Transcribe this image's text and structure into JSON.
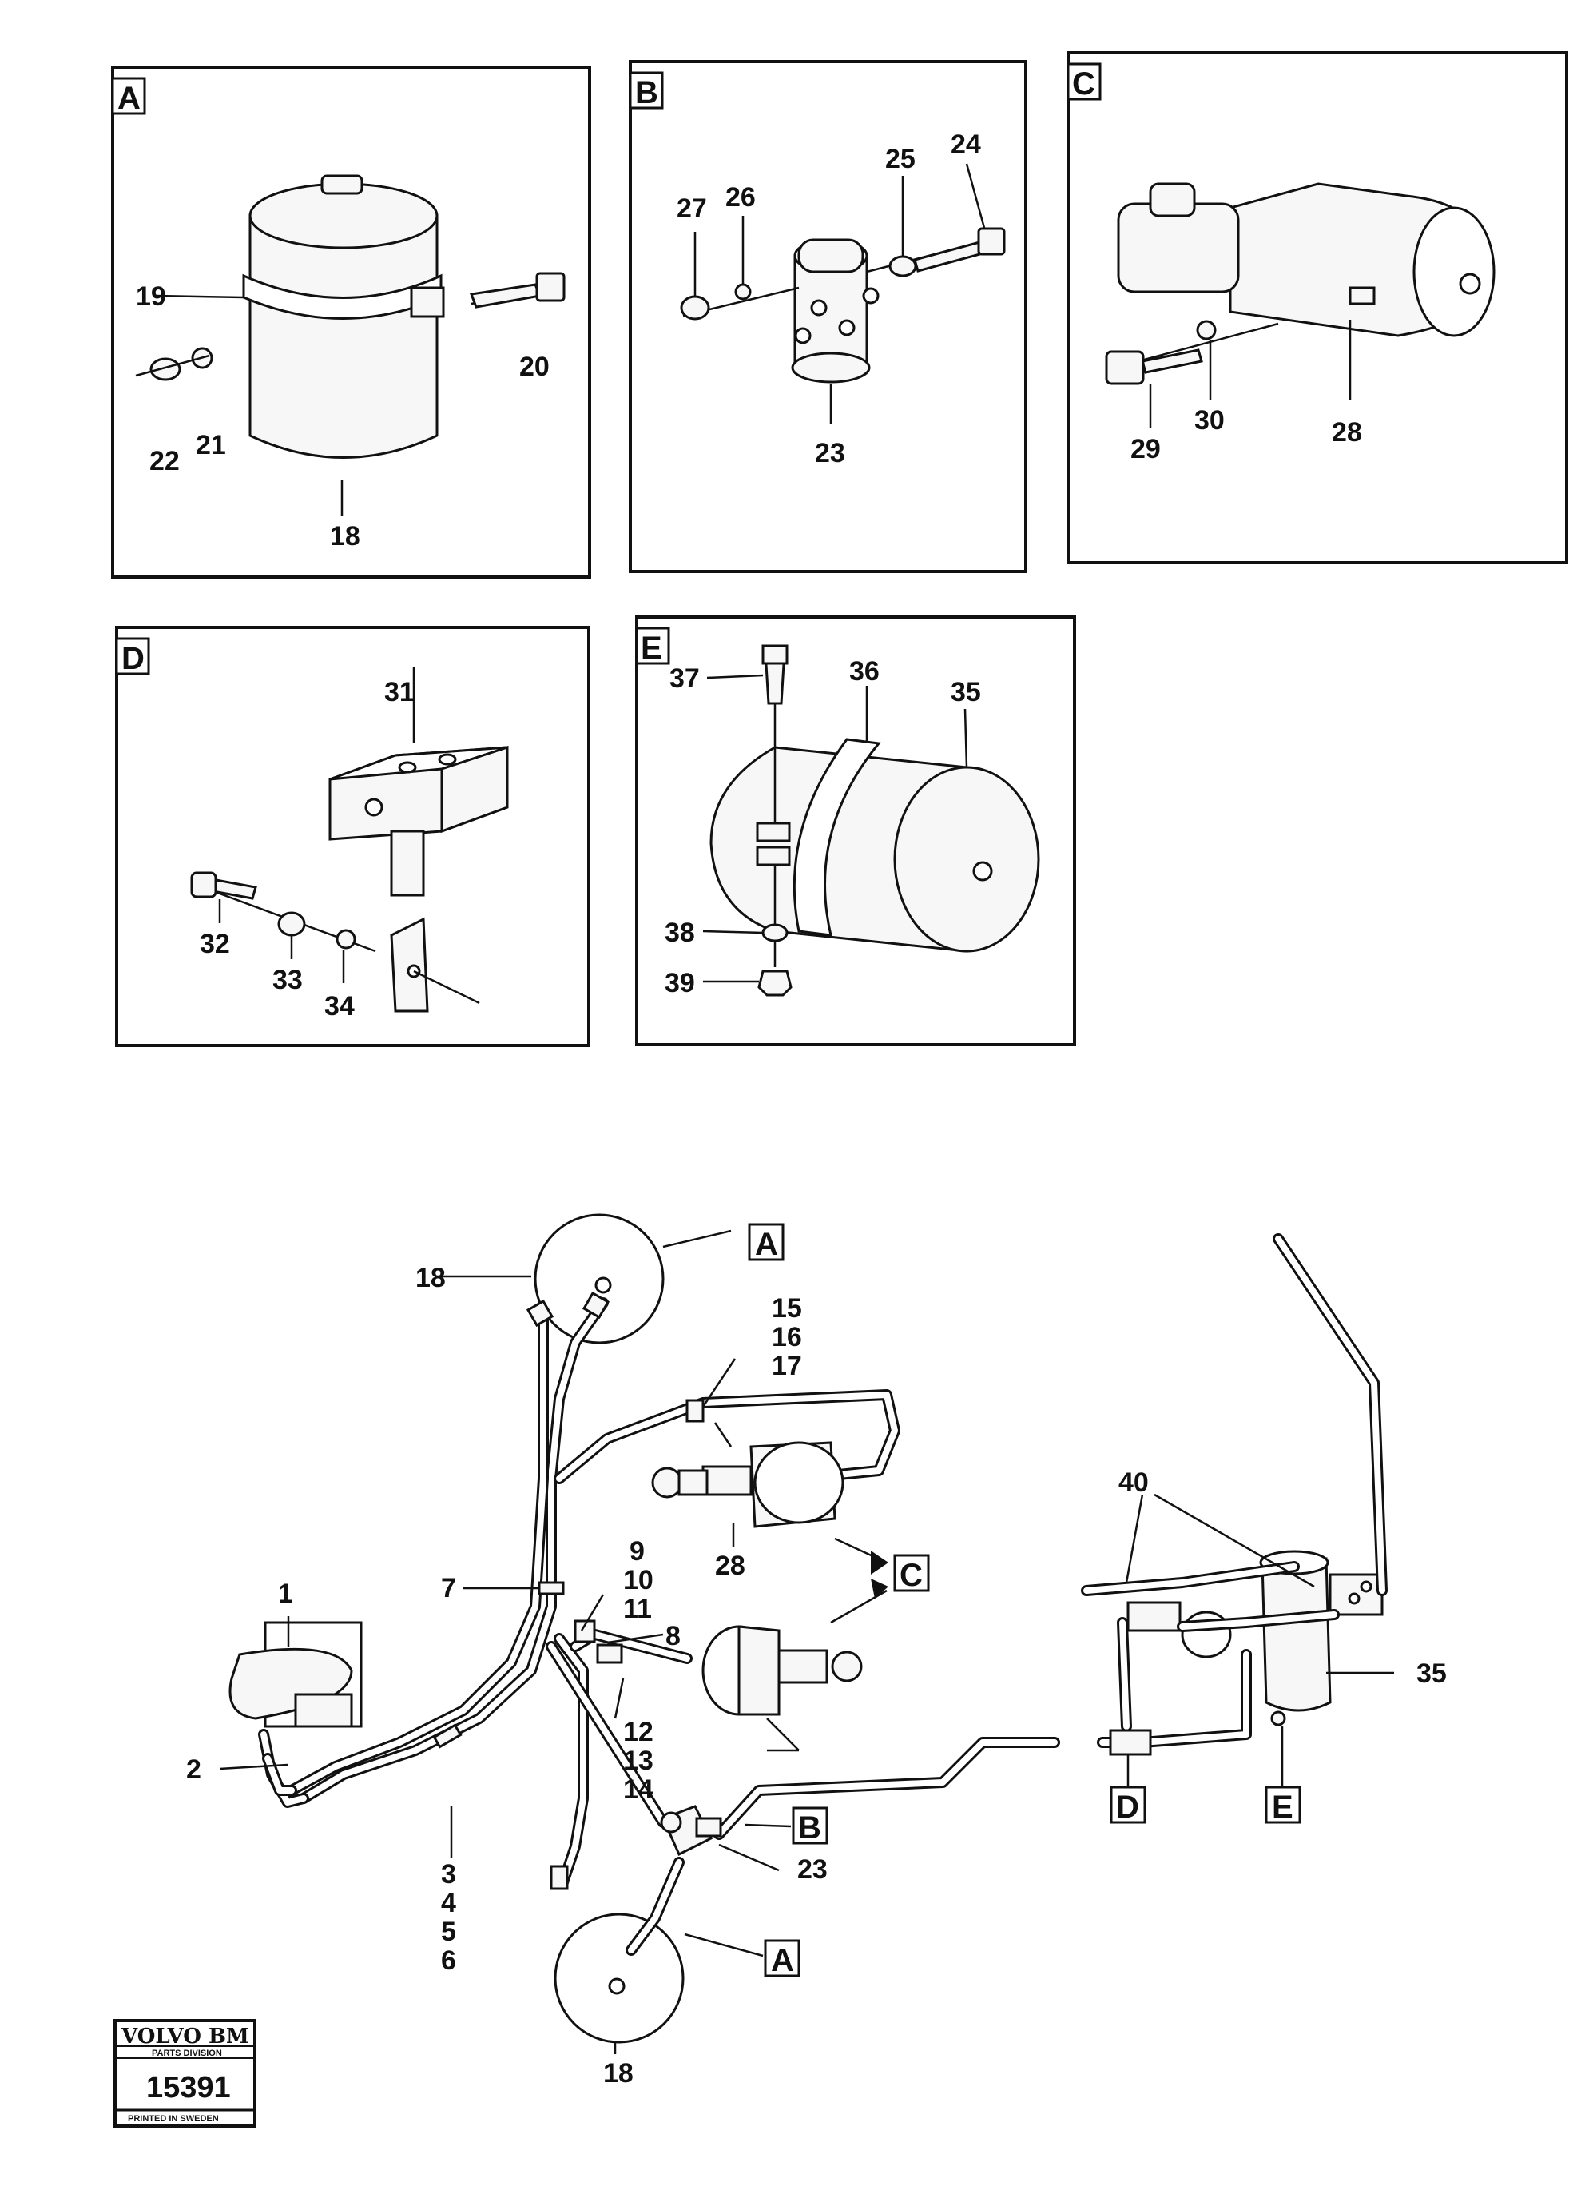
{
  "panels": {
    "A": {
      "letter": "A",
      "labels": [
        "19",
        "20",
        "21",
        "22",
        "18"
      ]
    },
    "B": {
      "letter": "B",
      "labels": [
        "27",
        "26",
        "25",
        "24",
        "23"
      ]
    },
    "C": {
      "letter": "C",
      "labels": [
        "29",
        "30",
        "28"
      ]
    },
    "D": {
      "letter": "D",
      "labels": [
        "31",
        "32",
        "33",
        "34"
      ]
    },
    "E": {
      "letter": "E",
      "labels": [
        "37",
        "36",
        "35",
        "38",
        "39"
      ]
    }
  },
  "overview": {
    "labels": {
      "n18_top": "18",
      "n15": "15",
      "n16": "16",
      "n17": "17",
      "n1": "1",
      "n40": "40",
      "n9": "9",
      "n10": "10",
      "n11": "11",
      "n7": "7",
      "n28": "28",
      "n8": "8",
      "n35": "35",
      "n2": "2",
      "n12": "12",
      "n13": "13",
      "n14": "14",
      "n23": "23",
      "n3": "3",
      "n4": "4",
      "n5": "5",
      "n6": "6",
      "n18_bottom": "18"
    },
    "refs": {
      "ref_A_top": "A",
      "ref_C": "C",
      "ref_B": "B",
      "ref_D": "D",
      "ref_E": "E",
      "ref_A_bottom": "A"
    }
  },
  "stamp": {
    "brand": "VOLVO BM",
    "division": "PARTS DIVISION",
    "number": "15391",
    "printed": "PRINTED IN SWEDEN"
  }
}
